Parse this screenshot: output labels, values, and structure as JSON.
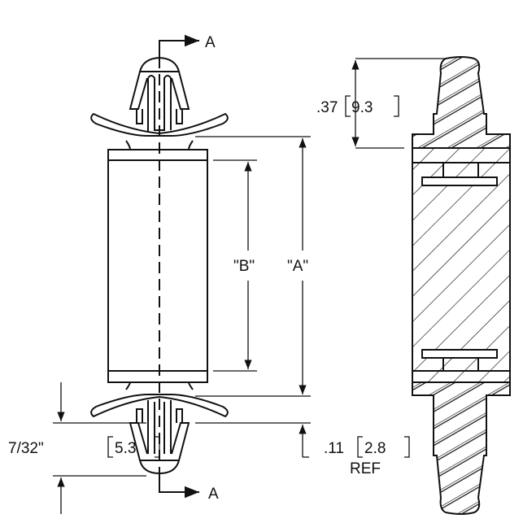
{
  "section_marker": {
    "top": "A",
    "bottom": "A"
  },
  "dimensions": {
    "overall_height": "\"A\"",
    "body_height": "\"B\"",
    "head_height": {
      "inch": ".37",
      "mm": "9.3"
    },
    "clip_gap": {
      "inch": "7/32\"",
      "mm": "5.3"
    },
    "ref_dim": {
      "inch": ".11",
      "mm": "2.8",
      "note": "REF"
    }
  },
  "colors": {
    "line": "#111111",
    "background": "#ffffff"
  }
}
